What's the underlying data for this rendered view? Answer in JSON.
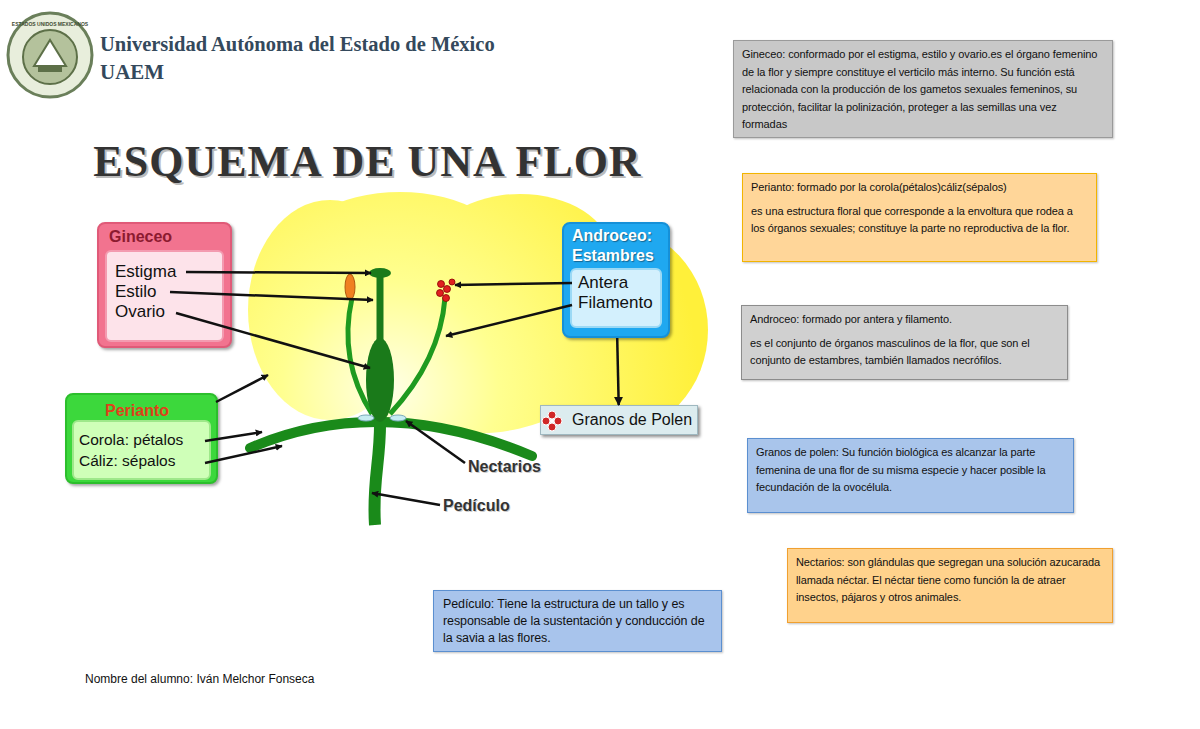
{
  "diagram": {
    "title": "ESQUEMA DE UNA FLOR",
    "nodes": [
      {
        "text": [
          "Gineceo"
        ]
      },
      {
        "text": [
          "Estigma",
          "Estilo",
          "Ovario"
        ],
        "in": 0
      },
      {
        "text": [
          "Androceo: Estambres"
        ]
      },
      {
        "text": [
          "Antera",
          "Filamento"
        ],
        "in": 2
      },
      {
        "text": [
          "Perianto"
        ]
      },
      {
        "text": [
          "Corola: pétalos",
          "Cáliz: sépalos"
        ],
        "in": 4
      },
      {
        "text": [
          "Granos de Polen"
        ]
      },
      {
        "text": [
          "Gineceo: conformado por el estigma, estilo y ovario.es el órgano femenino de la flor y siempre constituye el verticilo más interno. Su función está relacionada con la producción de los gametos sexuales femeninos, su protección, facilitar la polinización, proteger a las semillas una vez formadas"
        ]
      },
      {
        "text": [
          "Perianto: formado por la corola(pétalos)cáliz(sépalos)",
          "es una estructura floral que corresponde a la envoltura que rodea a los órganos sexuales; constituye la parte no reproductiva de la flor."
        ]
      },
      {
        "text": [
          "Androceo: formado por antera y filamento.",
          "es el conjunto de órganos masculinos de la flor, que son el conjunto de estambres, también llamados necrófilos."
        ]
      },
      {
        "text": [
          "Granos de polen: Su función biológica es alcanzar la parte femenina de una flor de su misma especie y hacer posible la fecundación de la ovocélula."
        ]
      },
      {
        "text": [
          "Nectarios: son glándulas que segregan una solución azucarada llamada néctar. El néctar tiene como función la de atraer insectos, pájaros y otros animales."
        ]
      },
      {
        "text": [
          "Pedículo: Tiene la estructura de un tallo y es responsable de la sustentación y conducción de la savia a las flores."
        ]
      }
    ],
    "edges": [
      {
        "from": 2,
        "to": 6,
        "arrow": "to"
      }
    ],
    "labels": [
      "ESTADOS UNIDOS MEXICANOS",
      "Universidad Autónoma del Estado de México",
      "UAEM",
      "Nectarios",
      "Pedículo",
      "Nombre del alumno: Iván Melchor Fonseca"
    ]
  }
}
